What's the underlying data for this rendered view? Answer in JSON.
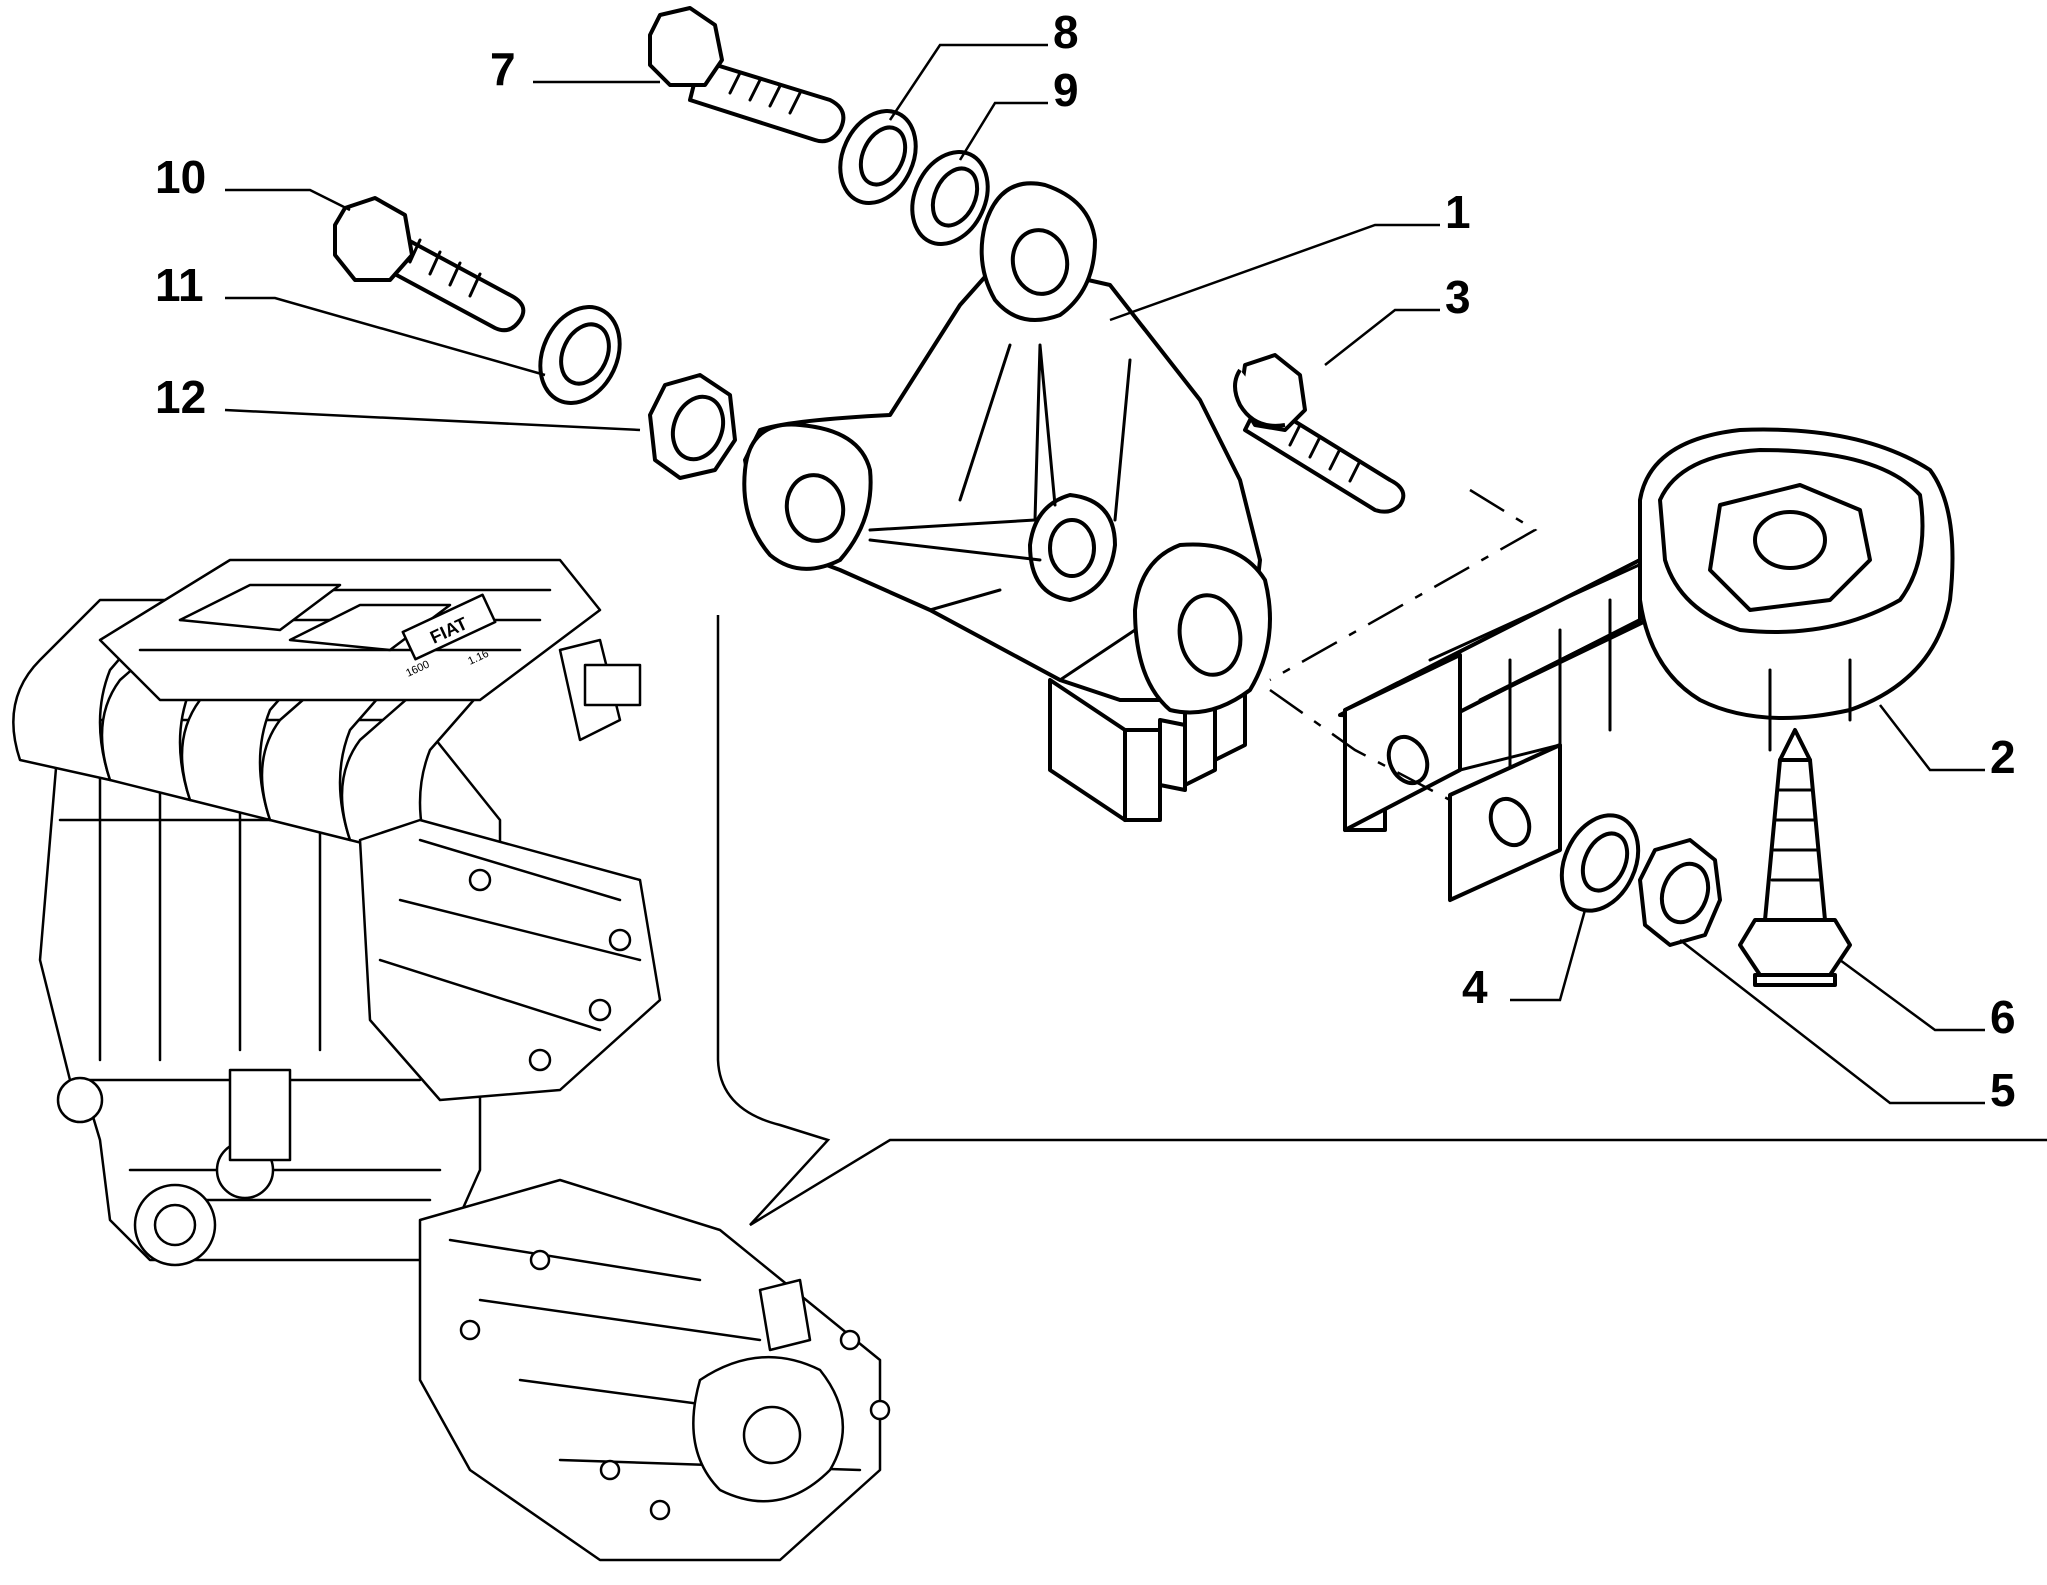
{
  "callouts": {
    "c1": "1",
    "c2": "2",
    "c3": "3",
    "c4": "4",
    "c5": "5",
    "c6": "6",
    "c7": "7",
    "c8": "8",
    "c9": "9",
    "c10": "10",
    "c11": "11",
    "c12": "12"
  },
  "badge": {
    "brand": "FIAT",
    "model": "1.16",
    "displacement": "1600"
  }
}
